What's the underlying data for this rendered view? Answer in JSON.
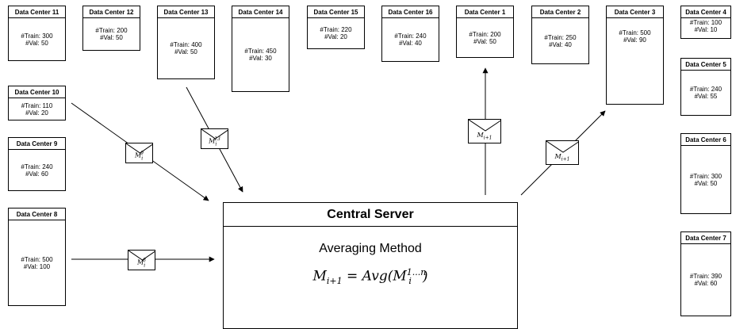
{
  "data_centers": [
    {
      "title": "Data Center 11",
      "train": "#Train: 300",
      "val": "#Val: 50"
    },
    {
      "title": "Data Center 12",
      "train": "#Train: 200",
      "val": "#Val: 50"
    },
    {
      "title": "Data Center 13",
      "train": "#Train: 400",
      "val": "#Val: 50"
    },
    {
      "title": "Data Center 14",
      "train": "#Train: 450",
      "val": "#Val: 30"
    },
    {
      "title": "Data Center 15",
      "train": "#Train: 220",
      "val": "#Val: 20"
    },
    {
      "title": "Data Center 16",
      "train": "#Train: 240",
      "val": "#Val: 40"
    },
    {
      "title": "Data Center 1",
      "train": "#Train: 200",
      "val": "#Val: 50"
    },
    {
      "title": "Data Center 2",
      "train": "#Train: 250",
      "val": "#Val: 40"
    },
    {
      "title": "Data Center 3",
      "train": "#Train: 500",
      "val": "#Val: 90"
    },
    {
      "title": "Data Center 4",
      "train": "#Train: 100",
      "val": "#Val: 10"
    },
    {
      "title": "Data Center 5",
      "train": "#Train: 240",
      "val": "#Val: 55"
    },
    {
      "title": "Data Center 6",
      "train": "#Train: 300",
      "val": "#Val: 50"
    },
    {
      "title": "Data Center 7",
      "train": "#Train: 390",
      "val": "#Val: 60"
    },
    {
      "title": "Data Center 10",
      "train": "#Train: 110",
      "val": "#Val: 20"
    },
    {
      "title": "Data Center 9",
      "train": "#Train: 240",
      "val": "#Val: 60"
    },
    {
      "title": "Data Center 8",
      "train": "#Train: 500",
      "val": "#Val: 100"
    }
  ],
  "server": {
    "title": "Central Server",
    "method": "Averaging Method",
    "formula": {
      "lhs": "M",
      "lhs_sub": "i+1",
      "op": " = Avg(M",
      "rhs_sub": "i",
      "rhs_sup": "1...n",
      "close": ")"
    }
  },
  "messages": [
    {
      "base": "M",
      "sub": "i",
      "sup": "9"
    },
    {
      "base": "M",
      "sub": "i",
      "sup": "13"
    },
    {
      "base": "M",
      "sub": "i",
      "sup": "8"
    },
    {
      "base": "M",
      "sub": "i+1",
      "sup": ""
    },
    {
      "base": "M",
      "sub": "i+1",
      "sup": ""
    }
  ]
}
